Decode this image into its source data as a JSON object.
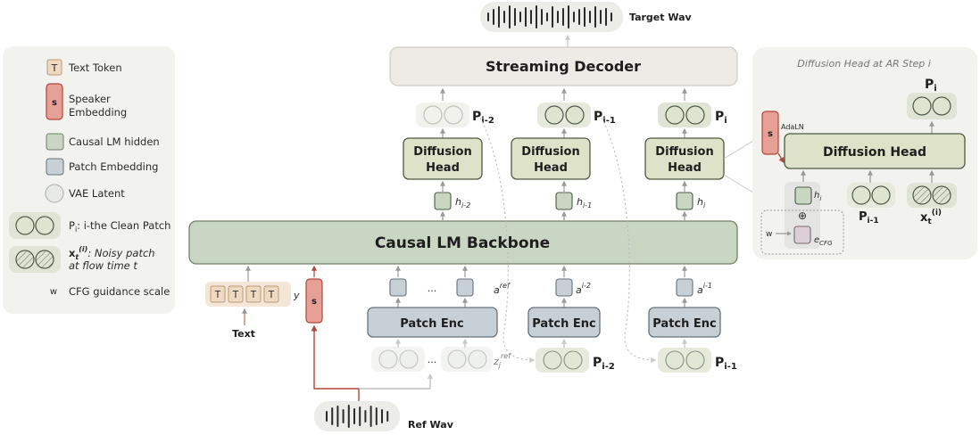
{
  "colors": {
    "lm_green": "#c9d6c4",
    "diffusion_green": "#dde2c8",
    "patch_blue": "#c7d0d6",
    "decoder_gray": "#eeebe6",
    "speaker_red": "#e7a095",
    "text_token": "#f0d9c1",
    "ref_line": "#b0473c",
    "panel_bg": "#f2f2ef"
  },
  "legend": {
    "text_token_glyph": "T",
    "text_token": "Text Token",
    "speaker_glyph": "s",
    "speaker_1": "Speaker",
    "speaker_2": "Embedding",
    "lm_hidden": "Causal LM hidden",
    "patch_embedding": "Patch Embedding",
    "vae_latent": "VAE Latent",
    "clean_patch_p": "P",
    "clean_patch_sub": "i",
    "clean_patch_text": ": i-the Clean Patch",
    "noisy_x": "x",
    "noisy_sub": "t",
    "noisy_sup": "(i)",
    "noisy_text_1": ": Noisy patch",
    "noisy_text_2": "at flow time t",
    "cfg_glyph": "w",
    "cfg_text": "CFG guidance scale"
  },
  "top": {
    "target_wav": "Target Wav",
    "decoder": "Streaming Decoder"
  },
  "outputs": {
    "p": "P",
    "sub_im2": "i-2",
    "sub_im1": "i-1",
    "sub_i": "i"
  },
  "diffusion": {
    "line1": "Diffusion",
    "line2": "Head"
  },
  "hidden": {
    "h": "h",
    "sub_im2": "i-2",
    "sub_im1": "i-1",
    "sub_i": "i"
  },
  "backbone": "Causal LM Backbone",
  "inputs": {
    "text_token_glyph": "T",
    "y": "y",
    "text": "Text",
    "speaker_glyph": "s",
    "ellipsis": "...",
    "a": "a",
    "a_ref": "ref",
    "a_im2": "i-2",
    "a_im1": "i-1",
    "patch_enc": "Patch Enc",
    "z": "z",
    "z_sub": "j",
    "z_sup": "ref",
    "p": "P",
    "p_im2": "i-2",
    "p_im1": "i-1",
    "ref_wav": "Ref Wav"
  },
  "detail": {
    "title": "Diffusion Head at AR Step i",
    "adaln": "AdaLN",
    "speaker_glyph": "s",
    "head": "Diffusion Head",
    "p": "P",
    "p_sub": "i",
    "h": "h",
    "h_sub": "i",
    "oplus": "⊕",
    "w": "w",
    "e": "e",
    "e_sub": "CFG",
    "pim1": "P",
    "pim1_sub": "i-1",
    "x": "x",
    "x_sub": "t",
    "x_sup": "(i)"
  }
}
